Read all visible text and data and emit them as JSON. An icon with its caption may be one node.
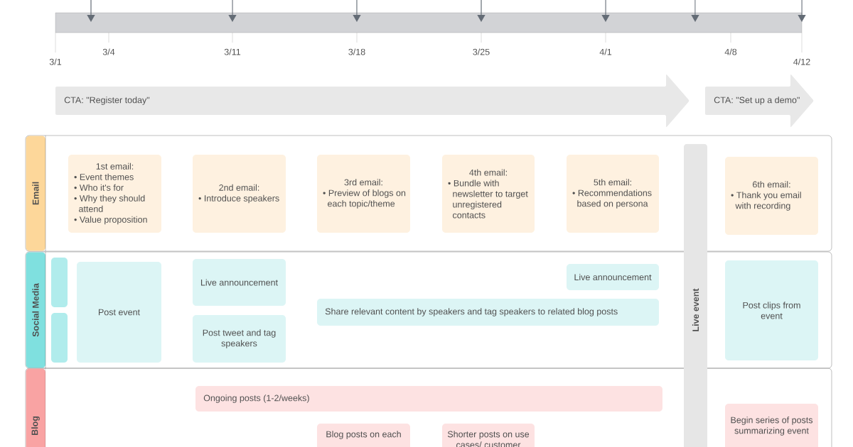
{
  "diagram": {
    "nodes": [
      {
        "text": [
          "CTA: \"Register today\""
        ]
      },
      {
        "text": [
          "CTA: \"Set up a demo\""
        ]
      },
      {
        "text": [
          "Email"
        ]
      },
      {
        "text": [
          "1st email:",
          "• Event themes",
          "• Who it's for",
          "• Why they should attend",
          "• Value proposition"
        ],
        "in": 2
      },
      {
        "text": [
          "2nd email:",
          "• Introduce speakers"
        ],
        "in": 2
      },
      {
        "text": [
          "3rd email:",
          "• Preview of blogs on each topic/theme"
        ],
        "in": 2
      },
      {
        "text": [
          "4th email:",
          "• Bundle with newsletter to target unregistered contacts"
        ],
        "in": 2
      },
      {
        "text": [
          "5th email:",
          "• Recommendations based on persona"
        ],
        "in": 2
      },
      {
        "text": [
          "6th email:",
          "• Thank you email with recording"
        ],
        "in": 2
      },
      {
        "text": [
          "Social Media"
        ]
      },
      {
        "text": [],
        "shape": "box",
        "in": 9
      },
      {
        "text": [],
        "shape": "box",
        "in": 9
      },
      {
        "text": [
          "Post event"
        ],
        "in": 9
      },
      {
        "text": [
          "Live announcement"
        ],
        "in": 9
      },
      {
        "text": [
          "Post tweet and tag speakers"
        ],
        "in": 9
      },
      {
        "text": [
          "Share relevant content by speakers and tag speakers to related blog posts"
        ],
        "in": 9
      },
      {
        "text": [
          "Live announcement"
        ],
        "in": 9
      },
      {
        "text": [
          "Post clips from event"
        ],
        "in": 9
      },
      {
        "text": [
          "Blog"
        ]
      },
      {
        "text": [
          "Ongoing posts (1-2/weeks)"
        ],
        "in": 18
      },
      {
        "text": [
          "Blog posts on each"
        ],
        "in": 18
      },
      {
        "text": [
          "Shorter posts on use cases/ customer"
        ],
        "in": 18
      },
      {
        "text": [
          "Begin series of posts summarizing event"
        ],
        "in": 18
      },
      {
        "text": [
          "Live event"
        ]
      }
    ],
    "labels": [
      "3/1",
      "3/4",
      "3/11",
      "3/18",
      "3/25",
      "4/1",
      "4/8",
      "4/12"
    ]
  }
}
